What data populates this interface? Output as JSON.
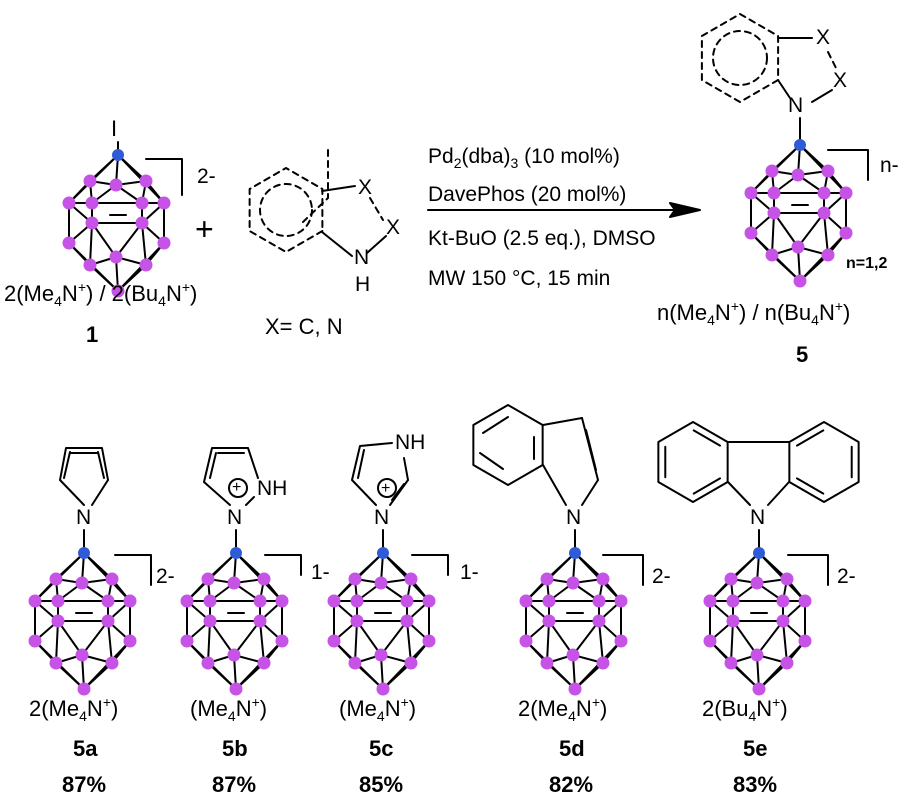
{
  "colors": {
    "boron": "#c752e6",
    "apex": "#2f5bd6",
    "bond": "#000000"
  },
  "scheme": {
    "reactant": {
      "iodo": "I",
      "charge": "2-",
      "counterion_parts": [
        "2(Me",
        "4",
        "N",
        "+",
        ") / 2(Bu",
        "4",
        "N",
        "+",
        ")"
      ],
      "label": "1"
    },
    "plus": "+",
    "heterocycle": {
      "x1": "X",
      "x2": "X",
      "nh": "N",
      "h": "H",
      "caption": "X= C, N"
    },
    "conditions": {
      "line1_parts": [
        "Pd",
        "2",
        "(dba)",
        "3",
        " (10 mol%)"
      ],
      "line2": "DavePhos (20 mol%)",
      "line3": "Kt-BuO (2.5 eq.), DMSO",
      "line4": "MW 150 °C, 15 min"
    },
    "product": {
      "x1": "X",
      "x2": "X",
      "n_atom": "N",
      "charge": "n-",
      "n_values": "n=1,2",
      "counterion_parts": [
        "n(Me",
        "4",
        "N",
        "+",
        ") / n(Bu",
        "4",
        "N",
        "+",
        ")"
      ],
      "label": "5"
    }
  },
  "compounds": [
    {
      "id": "5a",
      "charge": "2-",
      "counterion_parts": [
        "2(Me",
        "4",
        "N",
        "+",
        ")"
      ],
      "label": "5a",
      "yield": "87%",
      "n_atom": "N"
    },
    {
      "id": "5b",
      "charge": "1-",
      "counterion_parts": [
        "(Me",
        "4",
        "N",
        "+",
        ")"
      ],
      "label": "5b",
      "yield": "87%",
      "n_atom": "N",
      "nh": "NH",
      "plus": "+"
    },
    {
      "id": "5c",
      "charge": "1-",
      "counterion_parts": [
        "(Me",
        "4",
        "N",
        "+",
        ")"
      ],
      "label": "5c",
      "yield": "85%",
      "n_atom": "N",
      "nh": "NH",
      "plus": "+"
    },
    {
      "id": "5d",
      "charge": "2-",
      "counterion_parts": [
        "2(Me",
        "4",
        "N",
        "+",
        ")"
      ],
      "label": "5d",
      "yield": "82%",
      "n_atom": "N"
    },
    {
      "id": "5e",
      "charge": "2-",
      "counterion_parts": [
        "2(Bu",
        "4",
        "N",
        "+",
        ")"
      ],
      "label": "5e",
      "yield": "83%",
      "n_atom": "N"
    }
  ]
}
